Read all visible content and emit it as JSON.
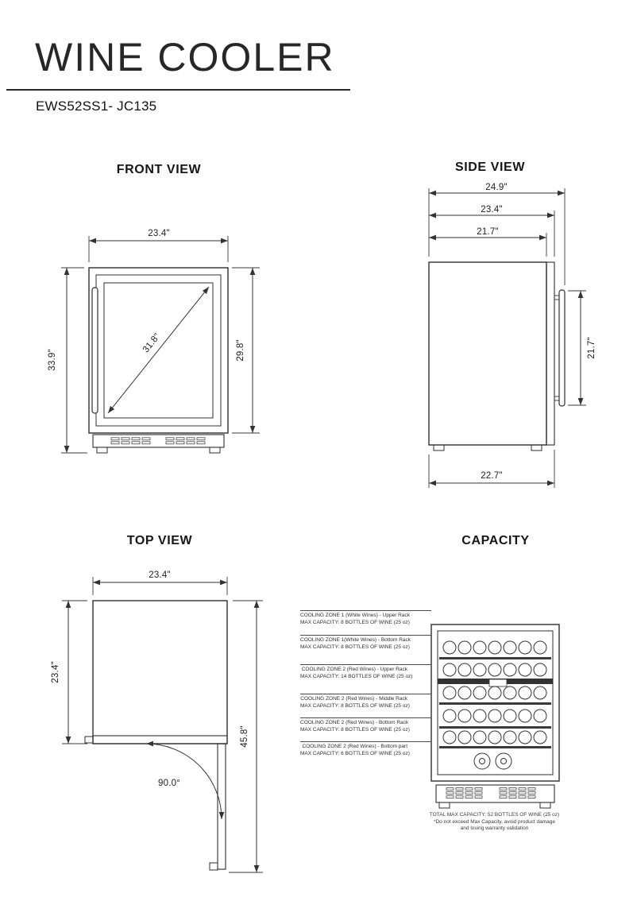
{
  "page": {
    "title": "WINE COOLER",
    "model": "EWS52SS1- JC135"
  },
  "views": {
    "front": {
      "heading": "FRONT VIEW",
      "dims": {
        "width": "23.4\"",
        "height": "33.9\"",
        "door_height": "29.8\"",
        "diagonal": "31.8\""
      }
    },
    "side": {
      "heading": "SIDE VIEW",
      "dims": {
        "depth_with_handle": "24.9\"",
        "depth_with_door": "23.4\"",
        "depth_body": "21.7\"",
        "handle_height": "21.7\"",
        "depth_bottom": "22.7\""
      }
    },
    "top": {
      "heading": "TOP VIEW",
      "dims": {
        "width": "23.4\"",
        "depth": "23.4\"",
        "depth_door_open": "45.8\"",
        "door_angle": "90.0°"
      }
    },
    "capacity": {
      "heading": "CAPACITY",
      "zones": [
        {
          "line1": "COOLING ZONE 1 (White Wines) - Upper Rack",
          "line2": "MAX CAPACITY: 8 BOTTLES OF WINE (25 oz)"
        },
        {
          "line1": "COOLING ZONE 1(White Wines) - Bottom Rack",
          "line2": "MAX CAPACITY: 8 BOTTLES OF WINE (25 oz)"
        },
        {
          "line1": "COOLING ZONE 2 (Red Wines) - Upper Rack",
          "line2": "MAX CAPACITY: 14 BOTTLES OF WINE (25 oz)"
        },
        {
          "line1": "COOLING ZONE 2 (Red Wines) - Middle Rack",
          "line2": "MAX CAPACITY: 8 BOTTLES OF WINE (25 oz)"
        },
        {
          "line1": "COOLING ZONE 2 (Red Wines) - Bottom Rack",
          "line2": "MAX CAPACITY: 8 BOTTLES OF WINE (25 oz)"
        },
        {
          "line1": "COOLING ZONE 2 (Red Wines) - Bottom part",
          "line2": "MAX CAPACITY: 6 BOTTLES OF WINE (25 oz)"
        }
      ],
      "total_note": [
        "TOTAL MAX CAPACITY: 52 BOTTLES OF WINE (25 oz)",
        "*Do not exceed Max Capacity, avoid product damage",
        "and losing warranty validation"
      ]
    }
  }
}
